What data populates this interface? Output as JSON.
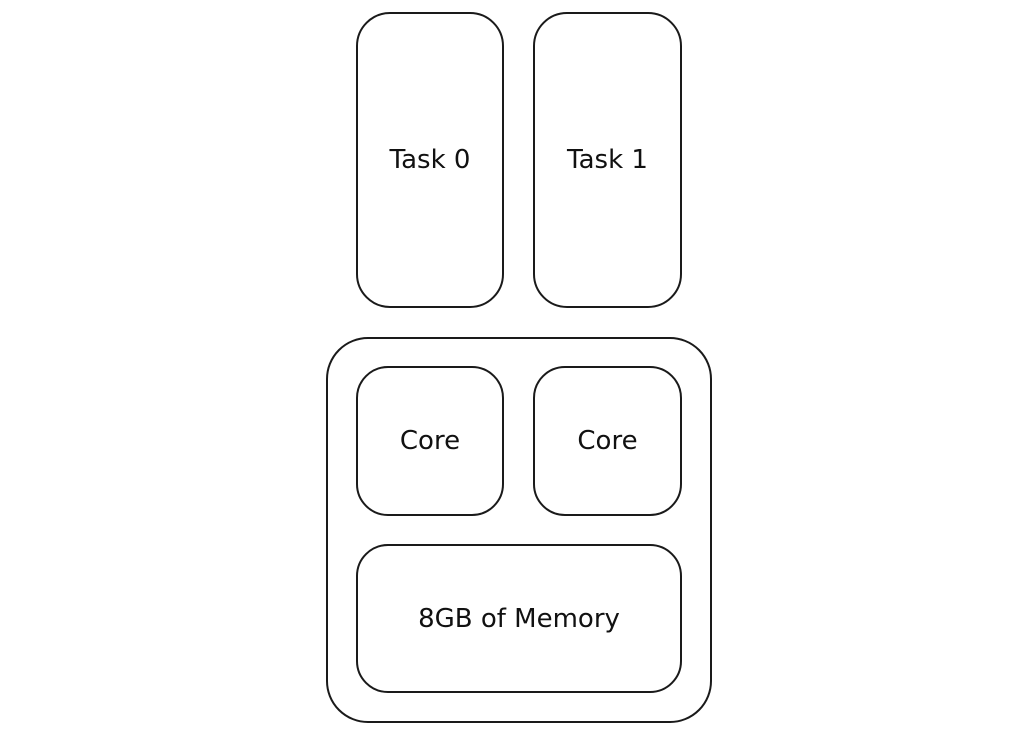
{
  "tasks": [
    {
      "label": "Task 0"
    },
    {
      "label": "Task 1"
    }
  ],
  "machine": {
    "cores": [
      {
        "label": "Core"
      },
      {
        "label": "Core"
      }
    ],
    "memory": {
      "label": "8GB of Memory"
    }
  },
  "colors": {
    "stroke": "#1a1a1a",
    "background": "#ffffff",
    "text": "#111111"
  }
}
